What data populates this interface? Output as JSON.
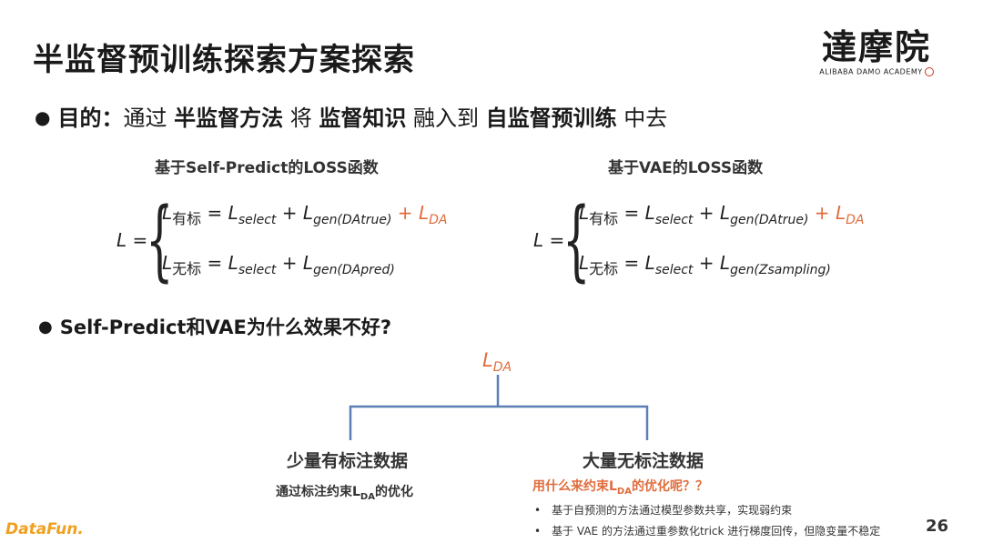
{
  "title": "半监督预训练探索方案探索",
  "logo": {
    "mark": "達摩院",
    "subtitle": "ALIBABA DAMO ACADEMY"
  },
  "purpose": {
    "lead": "目的：",
    "t1": "通过",
    "k1": "半监督方法",
    "t2": "将",
    "k2": "监督知识",
    "t3": "融入到",
    "k3": "自监督预训练",
    "t4": "中去"
  },
  "left_block": {
    "heading": "基于Self-Predict的LOSS函数",
    "lhs": "L =",
    "row1": {
      "L": "L",
      "label": "有标",
      "eq": " = ",
      "L2": "L",
      "s2": "select",
      "plus": " + ",
      "L3": "L",
      "s3": "gen(DAtrue)",
      "plus_red": " + ",
      "L4": "L",
      "s4": "DA"
    },
    "row2": {
      "L": "L",
      "label": "无标",
      "eq": " = ",
      "L2": "L",
      "s2": "select",
      "plus": " + ",
      "L3": "L",
      "s3": "gen(DApred)"
    }
  },
  "right_block": {
    "heading": "基于VAE的LOSS函数",
    "lhs": "L =",
    "row1": {
      "L": "L",
      "label": "有标",
      "eq": " = ",
      "L2": "L",
      "s2": "select",
      "plus": " + ",
      "L3": "L",
      "s3": "gen(DAtrue)",
      "plus_red": " + ",
      "L4": "L",
      "s4": "DA"
    },
    "row2": {
      "L": "L",
      "label": "无标",
      "eq": " = ",
      "L2": "L",
      "s2": "select",
      "plus": " + ",
      "L3": "L",
      "s3": "gen(Zsampling)"
    }
  },
  "question": "Self-Predict和VAE为什么效果不好?",
  "tree": {
    "root_L": "L",
    "root_sub": "DA",
    "left_label": "少量有标注数据",
    "left_desc_pre": "通过标注约束L",
    "left_desc_sub": "DA",
    "left_desc_post": "的优化",
    "right_label": "大量无标注数据",
    "right_q_pre": "用什么来约束L",
    "right_q_sub": "DA",
    "right_q_post": "的优化呢？？",
    "bullets": [
      "基于自预测的方法通过模型参数共享，实现弱约束",
      "基于 VAE 的方法通过重参数化trick 进行梯度回传，但隐变量不稳定"
    ]
  },
  "footer": {
    "brand": "DataFun.",
    "page": "26"
  },
  "colors": {
    "accent": "#e06c3c",
    "tree_line": "#5b7fb5",
    "brand": "#f0a020"
  }
}
